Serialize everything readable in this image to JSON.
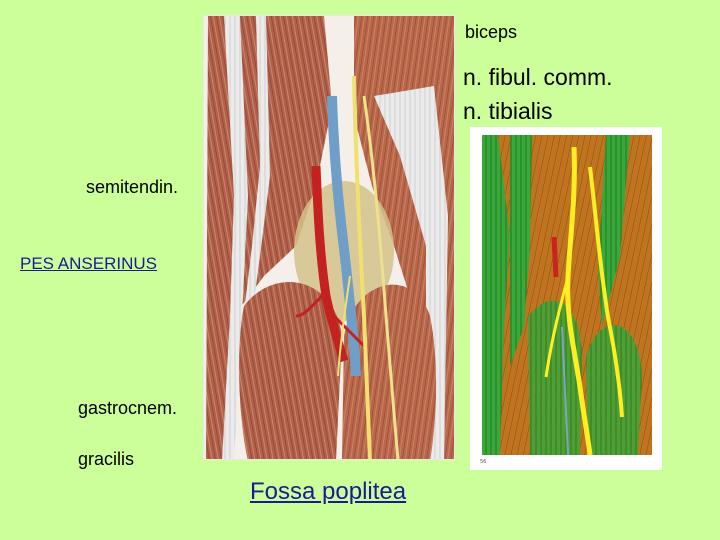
{
  "labels": {
    "biceps": "biceps",
    "n_fibul_comm": "n. fibul. comm.",
    "n_tibialis": "n. tibialis",
    "semitendin": "semitendin.",
    "pes_anserinus": "PES ANSERINUS",
    "gastrocnem": "gastrocnem.",
    "gracilis": "gracilis",
    "title": "Fossa poplitea"
  },
  "illustrations": {
    "main": "popliteal-fossa-anatomy-illustration",
    "detail": "popliteal-region-schematic-illustration"
  },
  "colors": {
    "background": "#ccff99",
    "muscle": "#b5664a",
    "tendon": "#e6e6e6",
    "artery": "#cc2222",
    "vein": "#6f9fc9",
    "nerve": "#f0e070",
    "green_muscle": "#39a339",
    "link": "#1a1a99"
  }
}
